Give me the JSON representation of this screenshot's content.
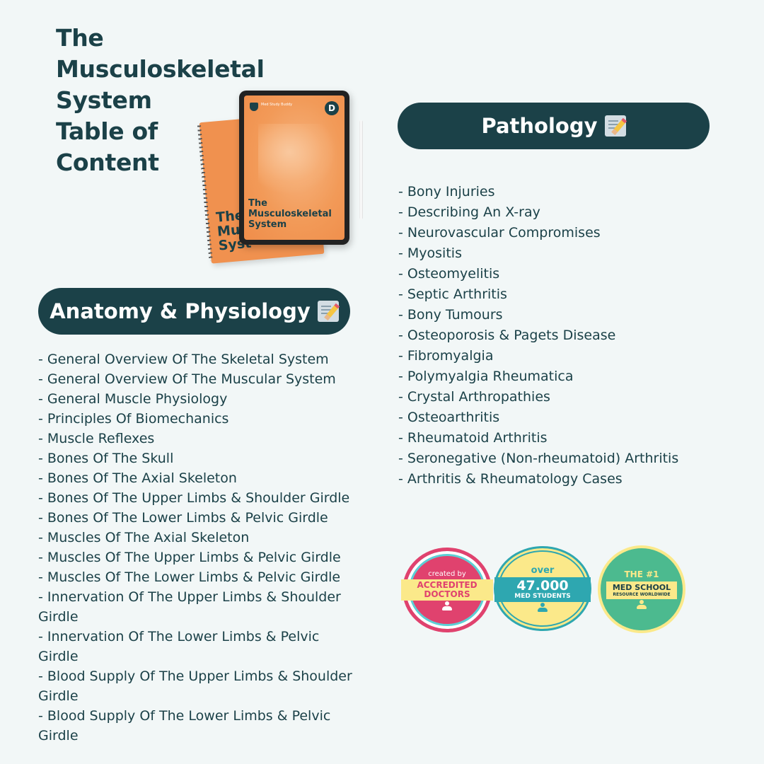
{
  "title_lines": [
    "The",
    "Musculoskeletal",
    "System",
    "Table of",
    "Content"
  ],
  "mockup": {
    "brand": "Med Study Buddy",
    "badge_letter": "D",
    "book_title_lines": [
      "The",
      "Musculoskeletal",
      "System"
    ],
    "notebook_title_lines": [
      "The",
      "Mus",
      "Syst"
    ]
  },
  "anatomy": {
    "heading": "Anatomy & Physiology",
    "icon": "memo-icon",
    "items": [
      "- General Overview Of The Skeletal System",
      "- General Overview Of The Muscular System",
      "- General Muscle Physiology",
      "- Principles Of Biomechanics",
      "- Muscle Reflexes",
      "- Bones Of The Skull",
      "- Bones Of The Axial Skeleton",
      "- Bones Of The Upper Limbs & Shoulder Girdle",
      "- Bones Of The Lower Limbs & Pelvic Girdle",
      "- Muscles Of The Axial Skeleton",
      "- Muscles Of The Upper Limbs & Pelvic Girdle",
      "- Muscles Of The Lower Limbs & Pelvic Girdle",
      "- Innervation Of The Upper Limbs & Shoulder Girdle",
      "- Innervation Of The Lower Limbs & Pelvic Girdle",
      "- Blood Supply Of The Upper Limbs & Shoulder Girdle",
      "- Blood Supply Of The Lower Limbs & Pelvic Girdle"
    ]
  },
  "pathology": {
    "heading": "Pathology",
    "icon": "memo-icon",
    "items": [
      "- Bony Injuries",
      "- Describing An X-ray",
      "- Neurovascular Compromises",
      "- Myositis",
      "- Osteomyelitis",
      "- Septic Arthritis",
      "- Bony Tumours",
      "- Osteoporosis & Pagets Disease",
      "- Fibromyalgia",
      "- Polymyalgia Rheumatica",
      "- Crystal Arthropathies",
      "- Osteoarthritis",
      "- Rheumatoid Arthritis",
      "- Seronegative (Non-rheumatoid) Arthritis",
      "- Arthritis & Rheumatology Cases"
    ]
  },
  "badges": [
    {
      "top": "created by",
      "line1": "ACCREDITED",
      "line2": "DOCTORS"
    },
    {
      "top": "over",
      "line1": "47.000",
      "line2": "MED STUDENTS"
    },
    {
      "top": "THE #1",
      "line1": "MED SCHOOL",
      "line2": "RESOURCE WORLDWIDE"
    }
  ],
  "colors": {
    "background": "#f2f7f7",
    "primary": "#1b4148",
    "accent_orange": "#f29a58",
    "badge_pink": "#e0426e",
    "badge_teal": "#2ea7b0",
    "badge_green": "#4cba8f",
    "badge_yellow": "#fbe98a"
  }
}
